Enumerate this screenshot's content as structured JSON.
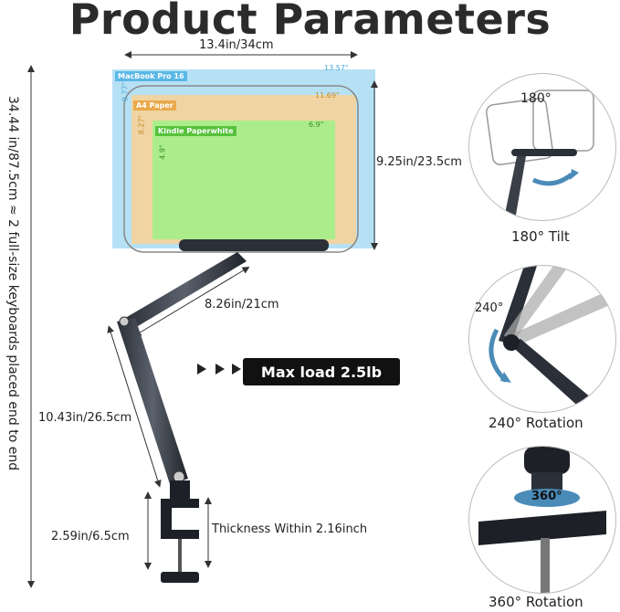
{
  "title": "Product Parameters",
  "dimensions": {
    "width_top": "13.4in/34cm",
    "height_right": "9.25in/23.5cm",
    "upper_arm": "8.26in/21cm",
    "lower_arm": "10.43in/26.5cm",
    "clamp_height": "2.59in/6.5cm",
    "thickness": "Thickness Within 2.16inch",
    "total_height": "34.44 in/87.5cm ≈ 2 full-size keyboards placed end to end"
  },
  "devices": [
    {
      "name": "MacBook Pro 16",
      "width": "13.57\"",
      "height": "9.77\"",
      "color": "#a9dcf3"
    },
    {
      "name": "A4 Paper",
      "width": "11.69\"",
      "height": "8.27\"",
      "color": "#f6d39a"
    },
    {
      "name": "Kindle Paperwhite",
      "width": "6.9\"",
      "height": "4.9\"",
      "color": "#a6ee8a"
    }
  ],
  "load": {
    "label": "Max load 2.5lb"
  },
  "features": [
    {
      "caption": "180° Tilt",
      "badge": "180°"
    },
    {
      "caption": "240° Rotation",
      "badge": "240°"
    },
    {
      "caption": "360° Rotation",
      "badge": "360°"
    }
  ]
}
